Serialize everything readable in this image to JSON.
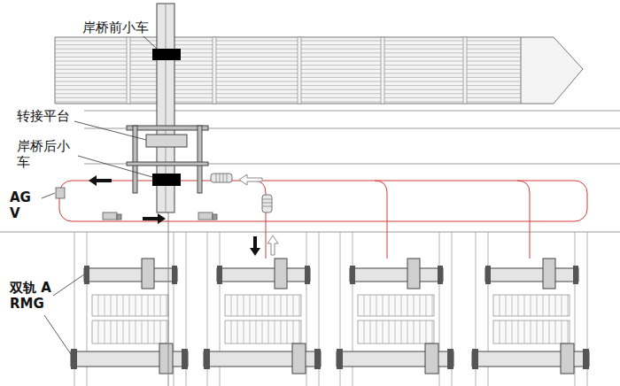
{
  "diagram": {
    "labels": [
      "岸桥前小车",
      "转接平台",
      "岸桥后小车",
      "AGV",
      "双轨 ARMG"
    ]
  }
}
